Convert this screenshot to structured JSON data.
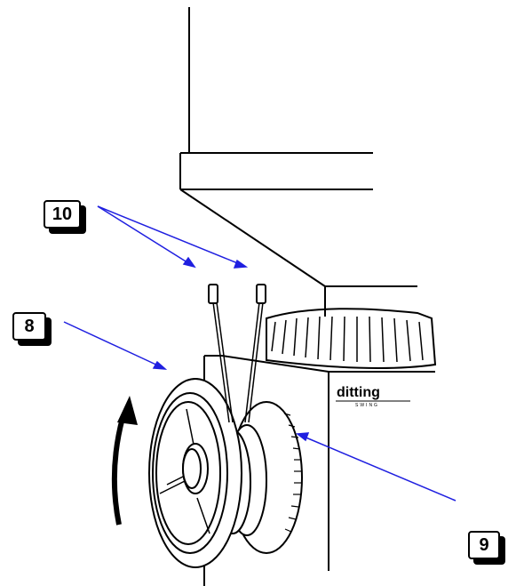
{
  "callouts": [
    {
      "label": "10"
    },
    {
      "label": "8"
    },
    {
      "label": "9"
    }
  ],
  "brand": {
    "name": "ditting",
    "sub": "SWING"
  },
  "colors": {
    "arrow": "#1f1fe0",
    "line": "#000000",
    "background": "#ffffff"
  }
}
